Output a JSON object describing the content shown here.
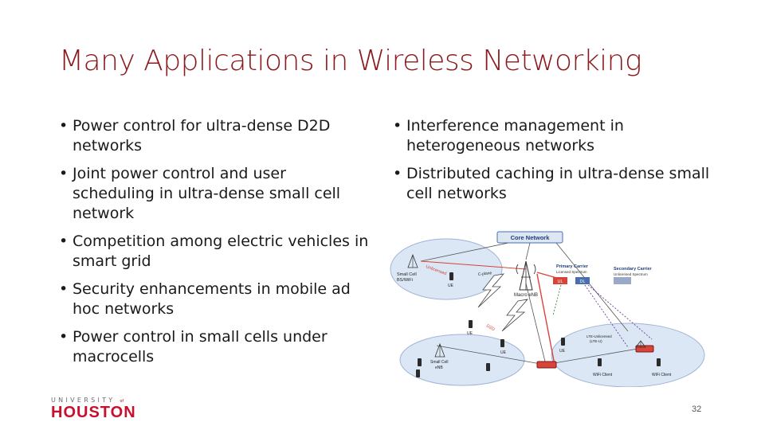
{
  "slide": {
    "title": "Many Applications in Wireless Networking",
    "left_bullets": [
      "Power control for ultra-dense D2D networks",
      "Joint power control and user scheduling in ultra-dense small cell network",
      "Competition among electric vehicles in smart grid",
      "Security enhancements in mobile ad hoc networks",
      "Power control in small cells under macrocells"
    ],
    "right_bullets": [
      "Interference management in heterogeneous networks",
      "Distributed caching in ultra-dense small cell networks"
    ],
    "page_number": "32"
  },
  "diagram": {
    "core_network": "Core Network",
    "small_cell_1": "Small Cell",
    "small_cell_1_sub": "BS/WiFi",
    "small_cell_2": "Small Cell",
    "small_cell_2_sub": "eNB",
    "macro": "Macro eNB",
    "primary_carrier": "Primary Carrier",
    "primary_sub": "Licensed Spectrum",
    "secondary_carrier": "Secondary Carrier",
    "secondary_sub": "Unlicensed Spectrum",
    "ul": "UL",
    "dl": "DL",
    "ue": "UE",
    "d2d": "D2D",
    "unlicensed": "Unlicensed",
    "c_plane": "C-plane",
    "lte_u": "LTE-Unlicensed",
    "lte_u_sub": "(LTE-U)",
    "wifi_client": "WiFi Client",
    "colors": {
      "cell": "#dbe7f5",
      "box": "#4a6fb0",
      "red": "#d8433a",
      "purple": "#6d3b9e",
      "green": "#2e8b3a"
    }
  },
  "logo": {
    "top": "UNIVERSITY",
    "of": "of",
    "main": "HOUSTON"
  }
}
